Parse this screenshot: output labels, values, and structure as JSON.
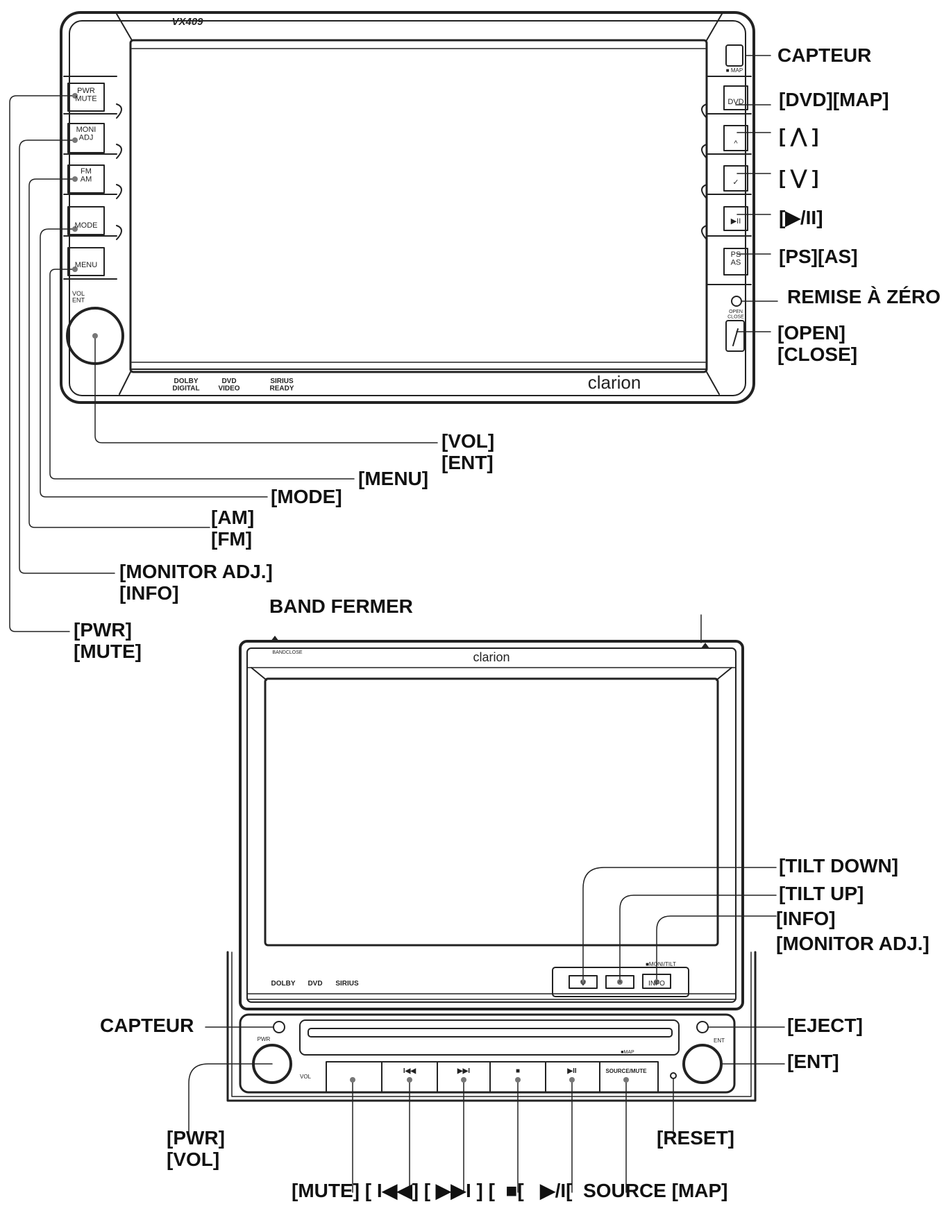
{
  "top_unit": {
    "model": "VX409",
    "brand": "clarion",
    "left_buttons": [
      "PWR\nMUTE",
      "MONI\nADJ",
      "FM\nAM",
      "MODE",
      "MENU"
    ],
    "knob_label": "VOL\nENT",
    "right_buttons": [
      "DVD",
      "^",
      "✓",
      "▶II",
      "PS\nAS"
    ],
    "map_mark": "■ MAP",
    "open_close_mark": "OPEN\nCLOSE",
    "logos": [
      "DOLBY\nDIGITAL",
      "DVD\nVIDEO",
      "SIRIUS\nREADY"
    ]
  },
  "top_labels": {
    "capteur": "CAPTEUR",
    "dvd_map": "[DVD][MAP]",
    "up": "[ ⋀ ]",
    "down": "[ ⋁ ]",
    "play_pause": "[▶/II]",
    "ps_as": "[PS][AS]",
    "remise": "REMISE À ZÉRO",
    "open_close": "[OPEN]\n[CLOSE]",
    "vol_ent": "[VOL]\n[ENT]",
    "menu": "[MENU]",
    "mode": "[MODE]",
    "am_fm": "[AM]\n[FM]",
    "monitor_info": "[MONITOR ADJ.]\n[INFO]",
    "pwr_mute": "[PWR]\n[MUTE]"
  },
  "bottom_unit": {
    "brand": "clarion",
    "bandclose_mark": "BANDCLOSE",
    "monitilt_mark": "■MONI/TILT",
    "panel_buttons": [
      "V",
      "^",
      "INFO"
    ],
    "pwr_mark": "PWR",
    "vol_mark": "VOL",
    "ent_mark": "ENT",
    "map_mark": "■MAP",
    "source_mute_mark": "SOURCE/MUTE",
    "transport": [
      "",
      "I◀◀",
      "▶▶I",
      "■",
      "▶II",
      "SOURCE/MUTE"
    ],
    "logos": [
      "DOLBY",
      "DVD",
      "SIRIUS"
    ]
  },
  "bottom_labels": {
    "band_fermer": "BAND FERMER",
    "tilt_down": "[TILT DOWN]",
    "tilt_up": "[TILT UP]",
    "info_monitor": "[INFO]\n[MONITOR ADJ.]",
    "capteur": "CAPTEUR",
    "eject": "[EJECT]",
    "ent": "[ENT]",
    "pwr_vol": "[PWR]\n[VOL]",
    "reset": "[RESET]",
    "bottom_row": "[MUTE] [ I◀◀] [ ▶▶I ] [  ■[   ▶/I[  SOURCE [MAP]"
  }
}
